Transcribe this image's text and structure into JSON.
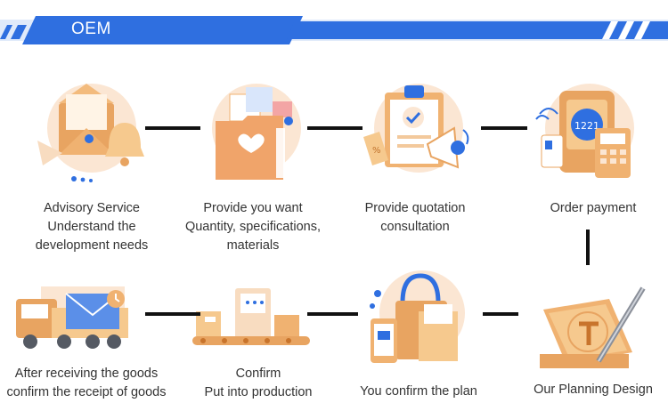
{
  "banner": {
    "title": "OEM",
    "accent_color": "#2f6fe0"
  },
  "steps": [
    {
      "lines": [
        "Advisory Service",
        "Understand the",
        "development needs"
      ],
      "icon": "envelope-bell-icon"
    },
    {
      "lines": [
        "Provide you want",
        "Quantity, specifications,",
        "materials"
      ],
      "icon": "folder-materials-icon"
    },
    {
      "lines": [
        "Provide quotation",
        "consultation"
      ],
      "icon": "clipboard-megaphone-icon"
    },
    {
      "lines": [
        "Order payment"
      ],
      "icon": "pos-payment-icon",
      "card_number": "1221"
    },
    {
      "lines": [
        "Our Planning Design"
      ],
      "icon": "blueprint-pen-icon"
    },
    {
      "lines": [
        "You confirm the plan"
      ],
      "icon": "bag-phone-icon"
    },
    {
      "lines": [
        "Confirm",
        "Put into production"
      ],
      "icon": "conveyor-machine-icon"
    },
    {
      "lines": [
        "After receiving the goods",
        "confirm the receipt of goods"
      ],
      "icon": "delivery-truck-icon"
    }
  ]
}
